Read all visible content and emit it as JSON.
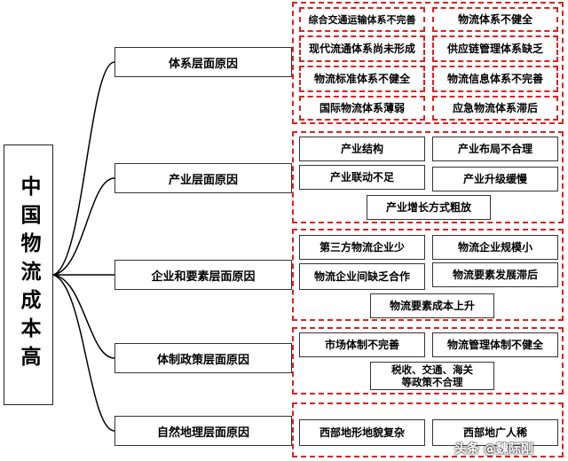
{
  "root": {
    "label": "中国物流成本高"
  },
  "categories": [
    {
      "label": "体系层面原因"
    },
    {
      "label": "产业层面原因"
    },
    {
      "label": "企业和要素层面原因"
    },
    {
      "label": "体制政策层面原因"
    },
    {
      "label": "自然地理层面原因"
    }
  ],
  "causes": {
    "system": [
      "综合交通运输体系不完善",
      "物流体系不健全",
      "现代流通体系尚未形成",
      "供应链管理体系缺乏",
      "物流标准体系不健全",
      "物流信息体系不完善",
      "国际物流体系薄弱",
      "应急物流体系滞后"
    ],
    "industry": [
      "产业结构",
      "产业布局不合理",
      "产业联动不足",
      "产业升级缓慢",
      "产业增长方式粗放"
    ],
    "enterprise": [
      "第三方物流企业少",
      "物流企业规模小",
      "物流企业间缺乏合作",
      "物流要素发展滞后",
      "物流要素成本上升"
    ],
    "policy": [
      "市场体制不完善",
      "物流管理体制不健全",
      "税收、交通、海关\n等政策不合理"
    ],
    "geography": [
      "西部地形地貌复杂",
      "西部地广人稀"
    ]
  },
  "watermark": "头条 @魏际刚"
}
